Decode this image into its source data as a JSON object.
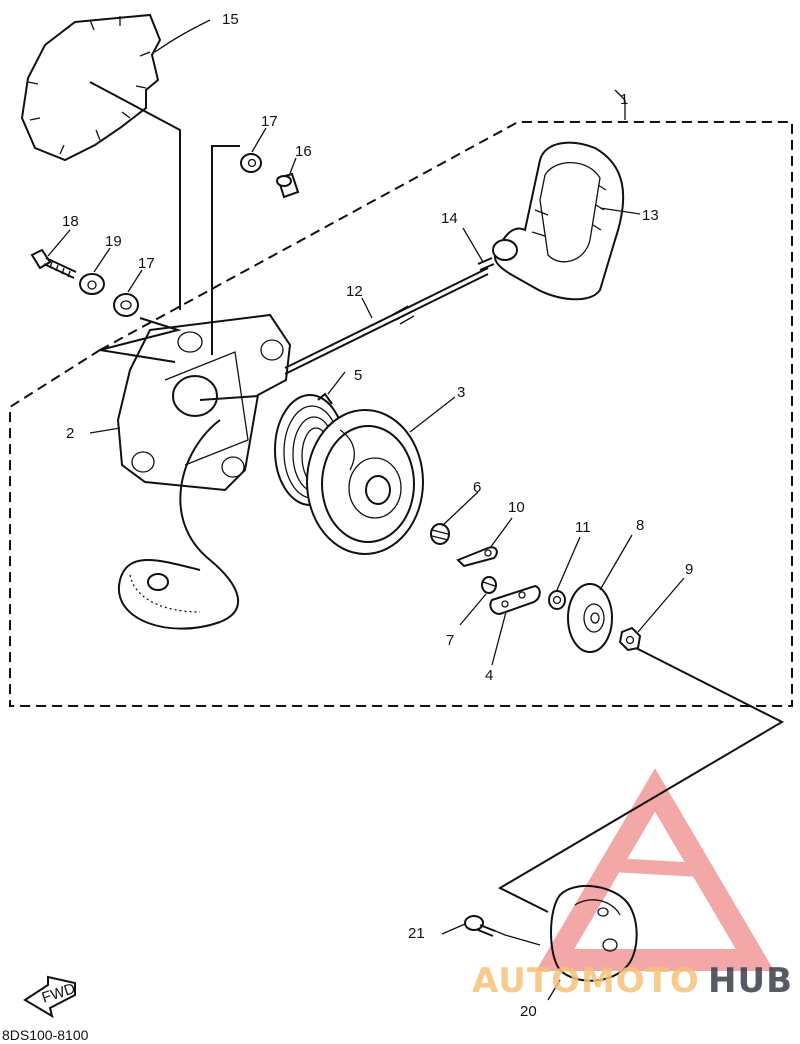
{
  "diagram": {
    "part_code": "8DS100-8100",
    "fwd_label": "FWD",
    "callouts": [
      {
        "num": "1"
      },
      {
        "num": "2"
      },
      {
        "num": "3"
      },
      {
        "num": "4"
      },
      {
        "num": "5"
      },
      {
        "num": "6"
      },
      {
        "num": "7"
      },
      {
        "num": "8"
      },
      {
        "num": "9"
      },
      {
        "num": "10"
      },
      {
        "num": "11"
      },
      {
        "num": "12"
      },
      {
        "num": "13"
      },
      {
        "num": "14"
      },
      {
        "num": "15"
      },
      {
        "num": "16"
      },
      {
        "num": "17"
      },
      {
        "num": "17"
      },
      {
        "num": "18"
      },
      {
        "num": "19"
      },
      {
        "num": "20"
      },
      {
        "num": "21"
      }
    ]
  },
  "watermark": {
    "text_part1": "AUTOMOTO",
    "text_part2": "HUB",
    "color_accent": "#f08a8a",
    "color_orange": "#f6c27a",
    "color_dark": "#3a3f4a"
  }
}
